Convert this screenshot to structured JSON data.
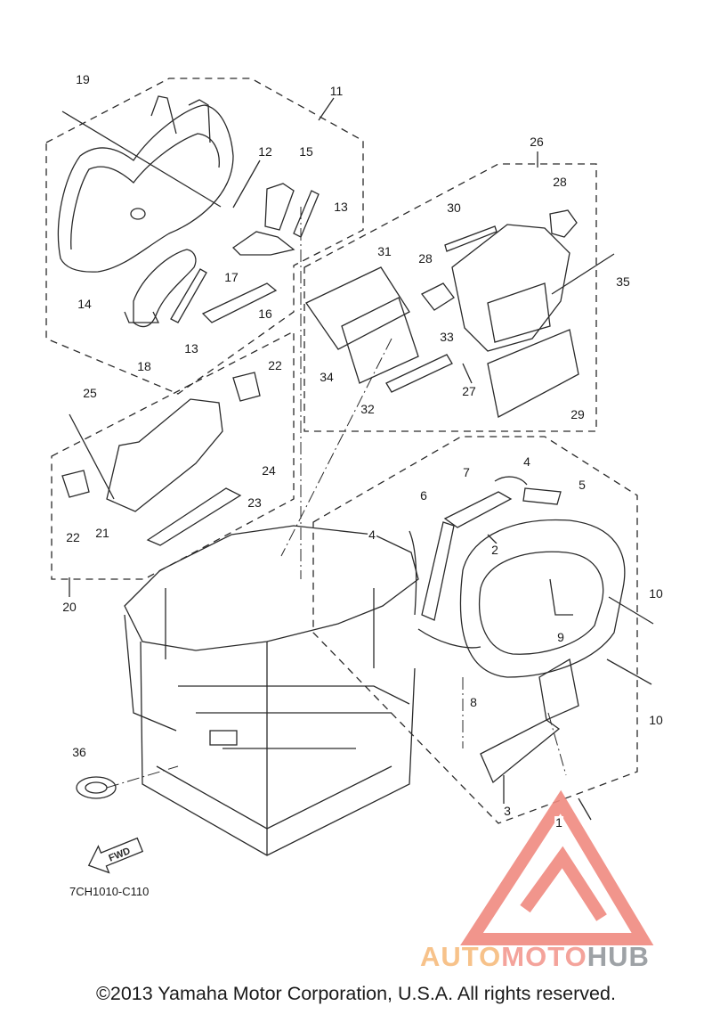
{
  "diagram": {
    "part_numbers": {
      "p1": "1",
      "p2": "2",
      "p3": "3",
      "p4a": "4",
      "p4b": "4",
      "p5": "5",
      "p6": "6",
      "p7": "7",
      "p8": "8",
      "p9": "9",
      "p10a": "10",
      "p10b": "10",
      "p11": "11",
      "p12": "12",
      "p13a": "13",
      "p13b": "13",
      "p14": "14",
      "p15": "15",
      "p16": "16",
      "p17": "17",
      "p18": "18",
      "p19": "19",
      "p20": "20",
      "p21": "21",
      "p22a": "22",
      "p22b": "22",
      "p23": "23",
      "p24": "24",
      "p25": "25",
      "p26": "26",
      "p27": "27",
      "p28a": "28",
      "p28b": "28",
      "p29": "29",
      "p30": "30",
      "p31": "31",
      "p32": "32",
      "p33": "33",
      "p34": "34",
      "p35": "35",
      "p36": "36"
    },
    "fwd_arrow_text": "FWD",
    "drawing_code": "7CH1010-C110",
    "copyright": "©2013 Yamaha Motor Corporation, U.S.A. All rights reserved.",
    "watermark": {
      "part_auto": "AUTO",
      "part_moto": "MOTO",
      "part_hub": "HUB"
    }
  },
  "colors": {
    "line": "#2a2a2a",
    "watermark_red": "#f08a80",
    "watermark_orange": "#f7c28a",
    "watermark_gray": "#9ea2a6"
  }
}
